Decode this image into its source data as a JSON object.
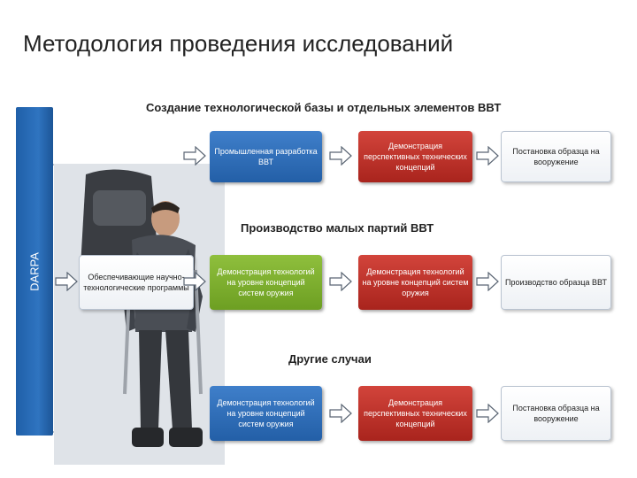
{
  "title": "Методология проведения исследований",
  "side_label": "DARPA",
  "sections": {
    "s1": "Создание технологической базы и отдельных элементов ВВТ",
    "s2": "Производство малых партий ВВТ",
    "s3": "Другие случаи"
  },
  "rows": {
    "r1": {
      "b1": "Промышленная разработка ВВТ",
      "b2": "Демонстрация перспективных технических концепций",
      "b3": "Постановка образца на вооружение"
    },
    "r2": {
      "b0": "Обеспечивающие научно-технологические программы",
      "b1": "Демонстрация технологий на уровне концепций систем оружия",
      "b2": "Демонстрация технологий на уровне концепций систем оружия",
      "b3": "Производство образца ВВТ"
    },
    "r3": {
      "b1": "Демонстрация технологий на уровне концепций систем оружия",
      "b2": "Демонстрация перспективных технических концепций",
      "b3": "Постановка образца на вооружение"
    }
  },
  "colors": {
    "blue": "#2f6fbd",
    "red": "#c0322b",
    "green": "#7fb031",
    "darpa": "#2a6ab5"
  }
}
